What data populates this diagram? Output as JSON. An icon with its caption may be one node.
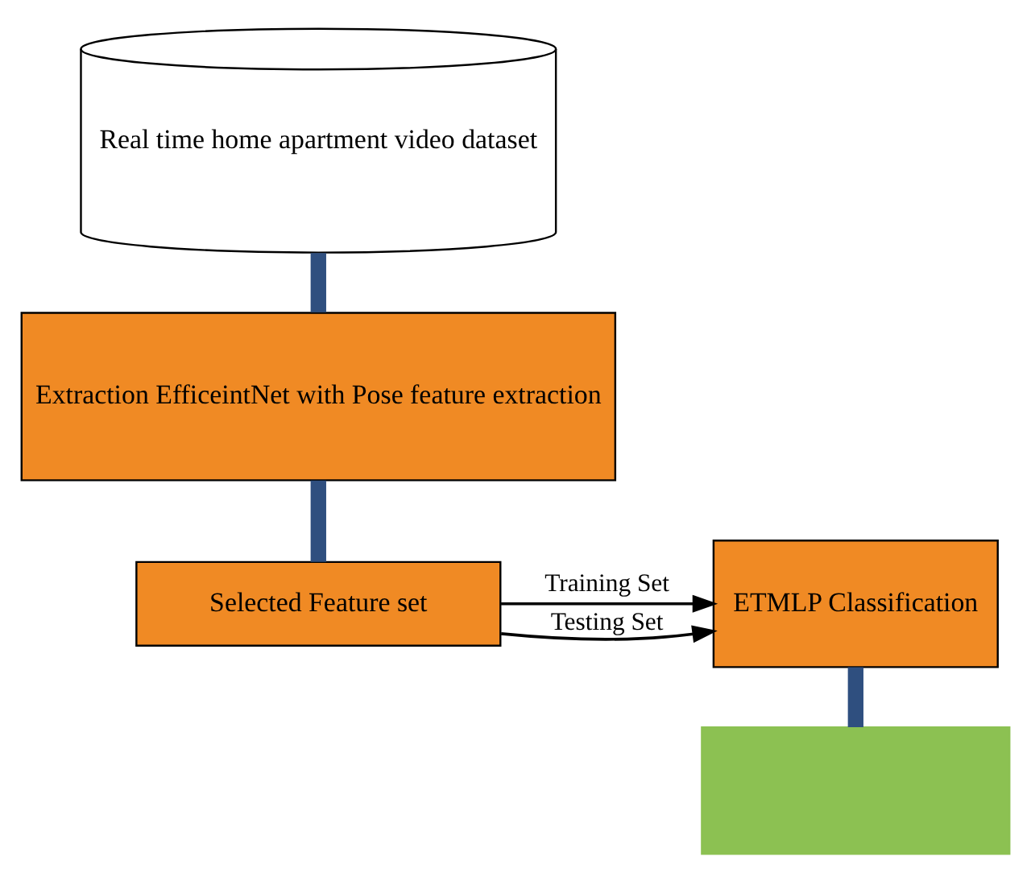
{
  "diagram": {
    "nodes": [
      {
        "text": [
          "Real time home apartment video dataset"
        ]
      },
      {
        "text": [
          "Extraction EfficeintNet with Pose feature extraction"
        ]
      },
      {
        "text": [
          "Selected Feature set"
        ]
      },
      {
        "text": [
          "ETMLP Classification"
        ]
      },
      {
        "text": [],
        "shape": "box"
      }
    ],
    "edges": [
      {
        "from": 0,
        "to": 1,
        "arrow": "none"
      },
      {
        "from": 1,
        "to": 2,
        "arrow": "none"
      },
      {
        "from": 2,
        "to": 3,
        "arrow": "to",
        "label": "Training Set",
        "color": "#000000"
      },
      {
        "from": 2,
        "to": 3,
        "arrow": "to",
        "label": "Testing Set",
        "color": "#000000"
      },
      {
        "from": 3,
        "to": 4,
        "arrow": "none"
      }
    ]
  }
}
